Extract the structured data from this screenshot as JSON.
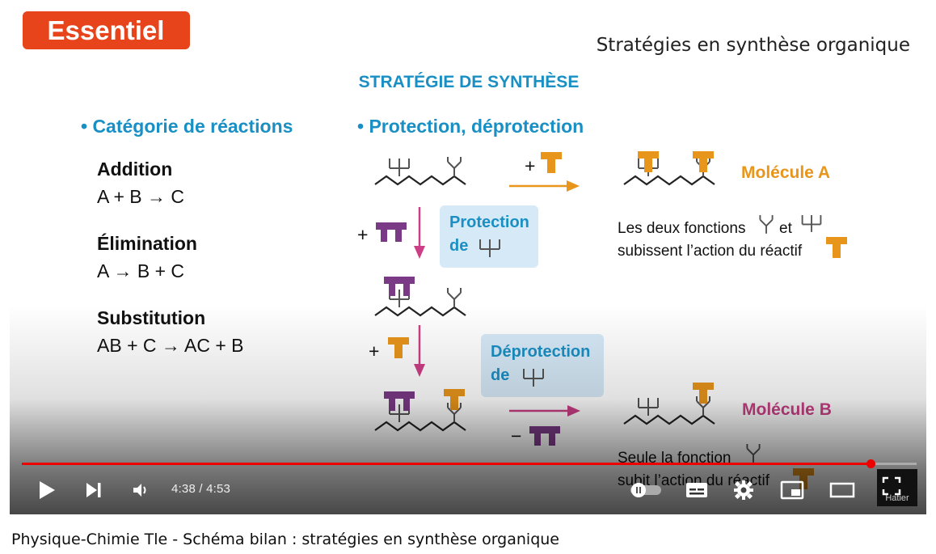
{
  "slide": {
    "badge_label": "Essentiel",
    "chapter_title": "Stratégies en synthèse organique",
    "main_heading": "STRATÉGIE DE SYNTHÈSE",
    "left_section_heading": "• Catégorie de réactions",
    "right_section_heading": "• Protection, déprotection",
    "reactions": [
      {
        "name": "Addition",
        "equation": "A + B → C"
      },
      {
        "name": "Élimination",
        "equation": "A → B + C"
      },
      {
        "name": "Substitution",
        "equation": "AB + C → AC + B"
      }
    ],
    "plus_sign": "+",
    "minus_sign": "−",
    "protection_box": {
      "line1": "Protection",
      "line2": "de"
    },
    "deprotection_box": {
      "line1": "Déprotection",
      "line2": "de"
    },
    "molecule_a_label": "Molécule A",
    "molecule_a_desc_line1_part1": "Les deux fonctions",
    "molecule_a_desc_line1_part2": "et",
    "molecule_a_desc_line2": "subissent l’action du réactif",
    "molecule_b_label": "Molécule B",
    "molecule_b_desc_line1": "Seule la fonction",
    "molecule_b_desc_line2": "subit l’action du réactif",
    "colors": {
      "accent_red": "#e8441c",
      "heading_blue": "#1a8fc4",
      "orange": "#e8951b",
      "purple": "#7b3a86",
      "magenta": "#cc3f86",
      "box_bg": "#d6e9f7"
    }
  },
  "player": {
    "current_time": "4:38",
    "separator": " / ",
    "duration": "4:53",
    "progress_fraction": 0.9488,
    "watermark": "Hatier",
    "icons": [
      "play-icon",
      "next-icon",
      "volume-icon",
      "autoplay-toggle-icon",
      "subtitles-icon",
      "settings-icon",
      "miniplayer-icon",
      "theater-icon",
      "fullscreen-icon"
    ]
  },
  "video_title": "Physique-Chimie Tle - Schéma bilan : stratégies en synthèse organique"
}
